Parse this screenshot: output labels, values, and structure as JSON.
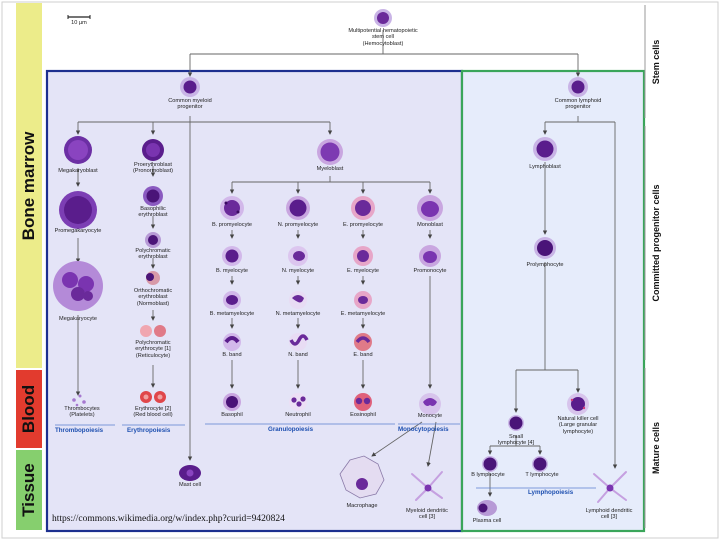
{
  "scale_bar": "10 µm",
  "side_tabs": {
    "bone_marrow": "Bone marrow",
    "blood": "Blood",
    "tissue": "Tissue"
  },
  "right_labels": {
    "stem": "Stem cells",
    "committed": "Committed progenitor cells",
    "mature": "Mature cells"
  },
  "cells": {
    "hemocytoblast": "Multipotential hematopoietic\nstem cell\n(Hemocytoblast)",
    "cmp": "Common myeloid\nprogenitor",
    "clp": "Common lymphoid\nprogenitor",
    "megakaryoblast": "Megakaryoblast",
    "proerythroblast": "Proerythroblast\n(Pronormoblast)",
    "myeloblast": "Myeloblast",
    "lymphoblast": "Lymphoblast",
    "promegakaryocyte": "Promegakaryocyte",
    "basophilic_erythroblast": "Basophilic\nerythroblast",
    "b_promyelocyte": "B. promyelocyte",
    "n_promyelocyte": "N. promyelocyte",
    "e_promyelocyte": "E. promyelocyte",
    "monoblast": "Monoblast",
    "polychromatic_erythroblast": "Polychromatic\nerythroblast",
    "b_myelocyte": "B. myelocyte",
    "n_myelocyte": "N. myelocyte",
    "e_myelocyte": "E. myelocyte",
    "promonocyte": "Promonocyte",
    "prolymphocyte": "Prolymphocyte",
    "orthochromatic": "Orthochromatic\nerythroblast\n(Normoblast)",
    "megakaryocyte": "Megakaryocyte",
    "b_metamyelocyte": "B. metamyelocyte",
    "n_metamyelocyte": "N. metamyelocyte",
    "e_metamyelocyte": "E. metamyelocyte",
    "reticulocyte": "Polychromatic\nerythrocyte [1]\n(Reticulocyte)",
    "b_band": "B. band",
    "n_band": "N. band",
    "e_band": "E. band",
    "thrombocytes": "Thrombocytes\n(Platelets)",
    "erythrocyte": "Erythrocyte [2]\n(Red blood cell)",
    "basophil": "Basophil",
    "neutrophil": "Neutrophil",
    "eosinophil": "Eosinophil",
    "monocyte": "Monocyte",
    "nk_cell": "Natural killer cell\n(Large granular\nlymphocyte)",
    "small_lymphocyte": "Small\nlymphocyte [4]",
    "b_lymphocyte": "B lymphocyte",
    "t_lymphocyte": "T lymphocyte",
    "mast_cell": "Mast cell",
    "macrophage": "Macrophage",
    "myeloid_dc": "Myeloid dendritic\ncell [3]",
    "plasma_cell": "Plasma cell",
    "lymphoid_dc": "Lymphoid dendritic\ncell [3]"
  },
  "processes": {
    "thrombopoiesis": "Thrombopoiesis",
    "erythropoiesis": "Erythropoiesis",
    "granulopoiesis": "Granulopoiesis",
    "monocytopoiesis": "Monocytopoiesis",
    "lymphopoiesis": "Lymphopoiesis"
  },
  "source_url": "https://commons.wikimedia.org/w/index.php?curid=9420824",
  "colors": {
    "myeloid_panel": "#e4e4f7",
    "myeloid_border": "#1c2f8f",
    "lymphoid_panel": "#e6ecfb",
    "lymphoid_border": "#3aa55a",
    "bone_marrow_tab": "#ecec8a",
    "blood_tab": "#e23b2e",
    "tissue_tab": "#86cf6e",
    "process_text": "#1d4fb0",
    "nucleus": "#5a1d8c",
    "cytoplasm": "#b79ad6",
    "rbc": "#e0464a"
  }
}
